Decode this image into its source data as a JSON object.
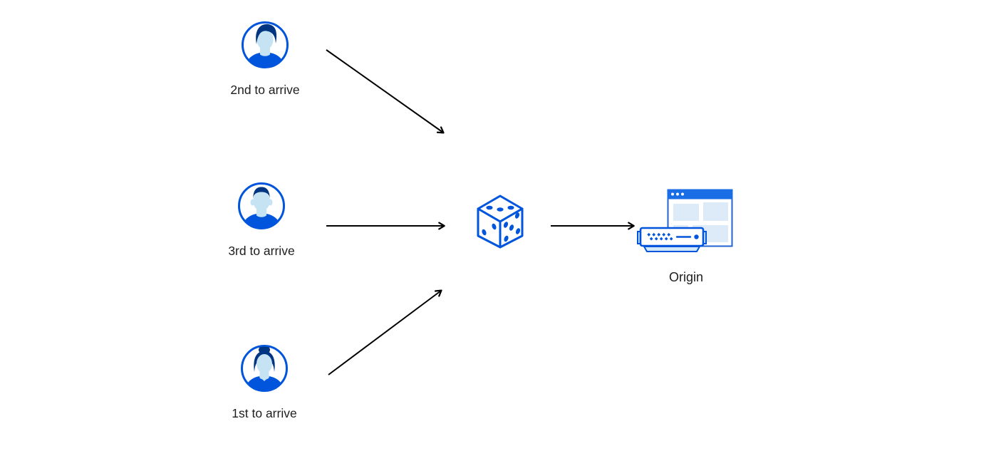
{
  "diagram": {
    "description": "Three clients arrive in different order; requests are randomly steered (dice) to the Origin.",
    "nodes": {
      "user_second": {
        "label": "2nd to arrive",
        "icon": "user-avatar-male-icon"
      },
      "user_third": {
        "label": "3rd to arrive",
        "icon": "user-avatar-male-short-hair-icon"
      },
      "user_first": {
        "label": "1st to arrive",
        "icon": "user-avatar-female-icon"
      },
      "dice": {
        "label": "",
        "icon": "dice-icon"
      },
      "origin": {
        "label": "Origin",
        "icon": "origin-server-icon"
      }
    },
    "edges": [
      {
        "from": "user_second",
        "to": "dice"
      },
      {
        "from": "user_third",
        "to": "dice"
      },
      {
        "from": "user_first",
        "to": "dice"
      },
      {
        "from": "dice",
        "to": "origin"
      }
    ]
  },
  "colors": {
    "accent_blue": "#0055dc",
    "hair_navy": "#003681",
    "skin_light_blue": "#c6e3f4",
    "panel_light_blue": "#ddeaf8",
    "server_light_blue": "#d2e7f8",
    "browser_titlebar_blue": "#1a6ee5",
    "browser_border_blue": "#2265d2",
    "arrow_black": "#000000",
    "label_text": "#1d1d1f",
    "background": "#ffffff"
  }
}
